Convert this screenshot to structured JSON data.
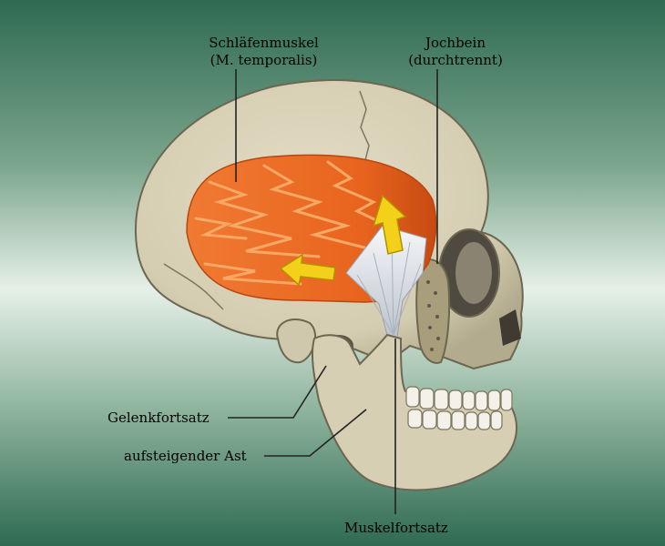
{
  "labels": {
    "temporalis": {
      "line1": "Schläfenmuskel",
      "line2": "(M. temporalis)"
    },
    "zygomatic": {
      "line1": "Jochbein",
      "line2": "(durchtrennt)"
    },
    "condyle": "Gelenkfortsatz",
    "ramus": "aufsteigender Ast",
    "coronoid": "Muskelfortsatz"
  },
  "colors": {
    "bone": "#d9d2b8",
    "bone_shadow": "#a9a182",
    "muscle": "#e8641e",
    "muscle_light": "#f49a53",
    "tendon": "#e9ecf0",
    "arrow": "#f3d11a",
    "background_dark": "#2f6a52",
    "background_light": "#e6f0e8"
  },
  "icons": [
    "movement-arrow-up-icon",
    "movement-arrow-left-icon"
  ]
}
